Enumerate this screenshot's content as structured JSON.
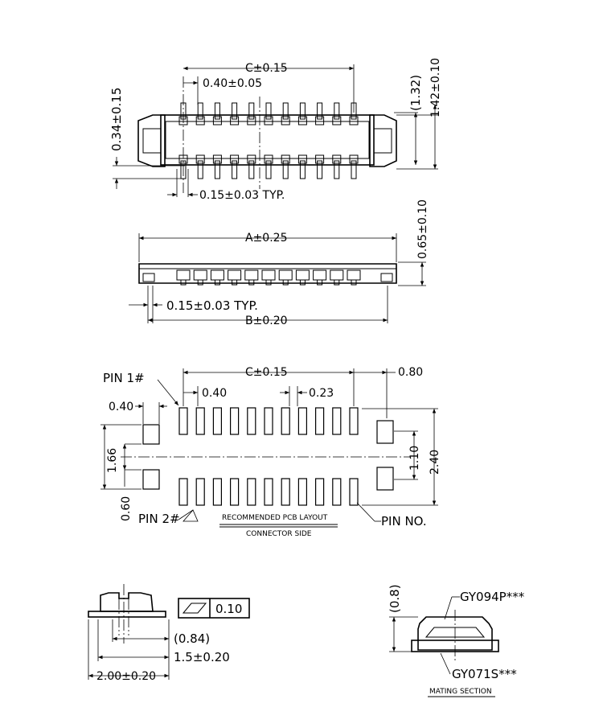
{
  "top_view": {
    "dim_c": "C±0.15",
    "dim_pitch": "0.40±0.05",
    "dim_height": "0.34±0.15",
    "dim_ref": "(1.32)",
    "dim_total": "1.42±0.10",
    "dim_lead": "0.15±0.03 TYP.",
    "pin_count": 11
  },
  "side_view": {
    "dim_a": "A±0.25",
    "dim_h": "0.65±0.10",
    "dim_lead": "0.15±0.03 TYP.",
    "dim_b": "B±0.20"
  },
  "pcb_layout": {
    "pin1": "PIN 1#",
    "pin2": "PIN 2#",
    "dim_c": "C±0.15",
    "dim_pitch": "0.40",
    "dim_pad_w": "0.23",
    "dim_080": "0.80",
    "dim_040": "0.40",
    "dim_166": "1.66",
    "dim_060": "0.60",
    "dim_110": "1.10",
    "dim_240": "2.40",
    "title_line1": "RECOMMENDED PCB LAYOUT",
    "title_line2": "CONNECTOR SIDE",
    "pin_no": "PIN NO.",
    "pad_count": 11
  },
  "end_view": {
    "flatness": "0.10",
    "dim_ref": "(0.84)",
    "dim_15": "1.5±0.20",
    "dim_200": "2.00±0.20"
  },
  "mating": {
    "dim_08": "(0.8)",
    "part_top": "GY094P***",
    "part_bottom": "GY071S***",
    "title": "MATING SECTION"
  }
}
